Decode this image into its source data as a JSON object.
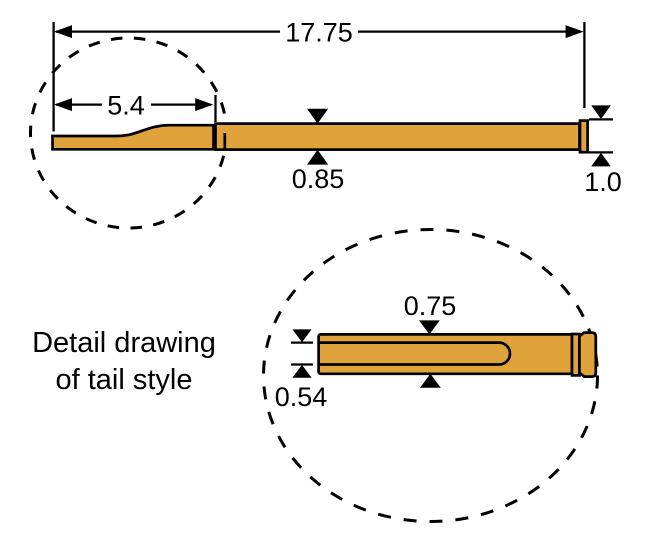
{
  "drawing": {
    "type": "technical-dimension-drawing",
    "colors": {
      "body_fill": "#E0A33B",
      "line": "#000000",
      "background": "#FFFFFF"
    },
    "caption": {
      "line1": "Detail drawing",
      "line2": "of tail style"
    },
    "dimensions": {
      "overall_length": "17.75",
      "tail_length": "5.4",
      "shaft_thickness": "0.85",
      "tip_thickness": "1.0",
      "detail_outer_thickness": "0.75",
      "detail_inner_thickness": "0.54"
    }
  }
}
